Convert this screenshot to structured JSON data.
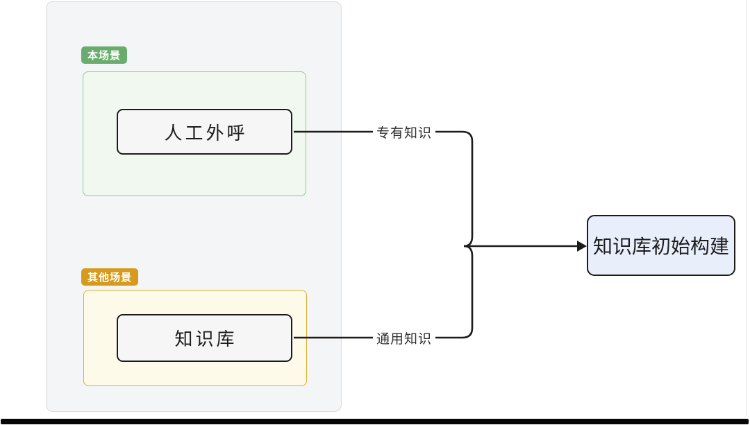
{
  "diagram": {
    "panel": {
      "fill": "#f4f5f6",
      "border_color": "#d8dadd"
    },
    "scenes": [
      {
        "badge": {
          "label": "本场景",
          "bg": "#69ac6e",
          "text_color": "#ffffff"
        },
        "box": {
          "fill": "#f0f8f0",
          "border_color": "#8ccb90"
        },
        "node": {
          "label": "人工外呼",
          "fill": "#f6f6f7",
          "border_color": "#1b1b1b"
        }
      },
      {
        "badge": {
          "label": "其他场景",
          "bg": "#d69a1d",
          "text_color": "#ffffff"
        },
        "box": {
          "fill": "#fdfae9",
          "border_color": "#e2ab2f"
        },
        "node": {
          "label": "知识库",
          "fill": "#f6f6f7",
          "border_color": "#1b1b1b"
        }
      }
    ],
    "edges": {
      "stroke": "#1b1b1b",
      "labels": [
        "专有知识",
        "通用知识"
      ]
    },
    "target_node": {
      "label": "知识库初始构建",
      "fill": "#e8eefa",
      "border_color": "#1b1b1b"
    }
  },
  "chrome": {
    "background": "#ffffff",
    "canvas_edge_color": "#e3e4e6",
    "bottom_bar_color": "#060606"
  }
}
